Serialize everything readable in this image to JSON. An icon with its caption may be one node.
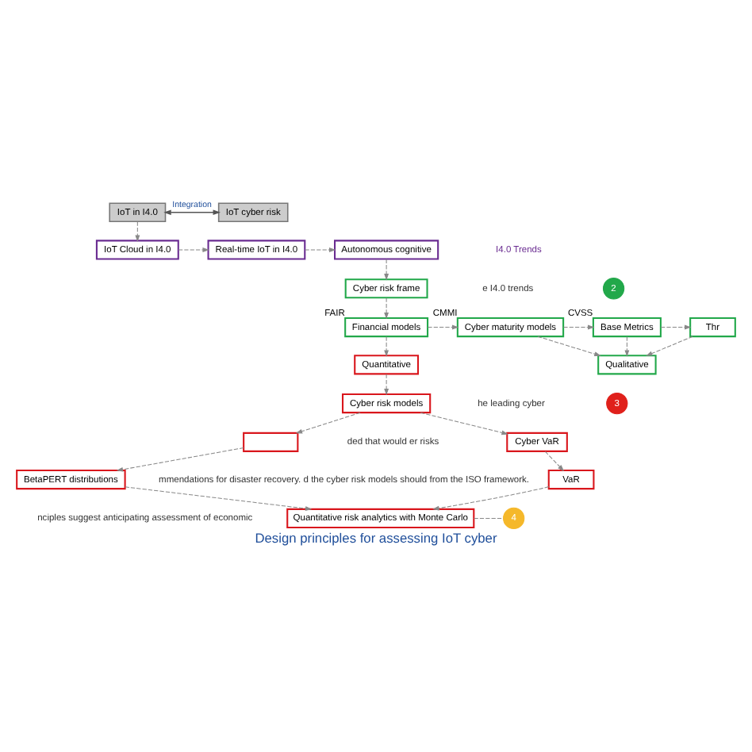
{
  "diagram": {
    "title": "Design principles for assessing IoT cyber",
    "nodes": [
      {
        "text": [
          "IoT in I4.0"
        ]
      },
      {
        "text": [
          "IoT cyber risk"
        ]
      },
      {
        "text": [
          "IoT Cloud in I4.0"
        ]
      },
      {
        "text": [
          "Real-time IoT in I4.0"
        ]
      },
      {
        "text": [
          "Autonomous cognitive"
        ]
      },
      {
        "text": [
          "2"
        ]
      },
      {
        "text": [
          "Cyber risk frame"
        ]
      },
      {
        "text": [
          "Financial models"
        ],
        "beside": [
          "FAIR"
        ]
      },
      {
        "text": [
          "Cyber maturity models"
        ],
        "beside": [
          "CMMI"
        ]
      },
      {
        "text": [
          "Base Metrics"
        ],
        "beside": [
          "CVSS"
        ]
      },
      {
        "text": [
          "Thr"
        ]
      },
      {
        "text": [
          "Quantitative"
        ]
      },
      {
        "text": [
          "Qualitative"
        ]
      },
      {
        "text": [
          "3"
        ]
      },
      {
        "text": [
          "Cyber risk models"
        ]
      },
      {
        "text": [],
        "shape": "box"
      },
      {
        "text": [
          "Cyber VaR"
        ]
      },
      {
        "text": [
          "BetaPERT distributions"
        ]
      },
      {
        "text": [
          "VaR"
        ]
      },
      {
        "text": [
          "Quantitative risk analytics with Monte Carlo"
        ]
      },
      {
        "text": [
          "4"
        ]
      }
    ],
    "edges": [
      {
        "from": 0,
        "to": 1,
        "arrow": "both",
        "label": "Integration"
      },
      {
        "from": 0,
        "to": 2,
        "arrow": "to",
        "style": "dashed"
      },
      {
        "from": 2,
        "to": 3,
        "arrow": "to",
        "style": "dashed"
      },
      {
        "from": 3,
        "to": 4,
        "arrow": "to",
        "style": "dashed"
      },
      {
        "from": 4,
        "to": 6,
        "arrow": "to",
        "style": "dashed"
      },
      {
        "from": 6,
        "to": 7,
        "arrow": "to",
        "style": "dashed"
      },
      {
        "from": 7,
        "to": 8,
        "arrow": "to",
        "style": "dashed"
      },
      {
        "from": 8,
        "to": 9,
        "arrow": "to",
        "style": "dashed"
      },
      {
        "from": 9,
        "to": 10,
        "arrow": "to",
        "style": "dashed"
      },
      {
        "from": 7,
        "to": 11,
        "arrow": "to",
        "style": "dashed"
      },
      {
        "from": 8,
        "to": 12,
        "arrow": "to",
        "style": "dashed"
      },
      {
        "from": 9,
        "to": 12,
        "arrow": "to",
        "style": "dashed"
      },
      {
        "from": 10,
        "to": 12,
        "arrow": "to",
        "style": "dashed"
      },
      {
        "from": 11,
        "to": 14,
        "arrow": "to",
        "style": "dashed"
      },
      {
        "from": 14,
        "to": 15,
        "arrow": "to",
        "style": "dashed"
      },
      {
        "from": 14,
        "to": 16,
        "arrow": "to",
        "style": "dashed"
      },
      {
        "from": 15,
        "to": 17,
        "arrow": "to",
        "style": "dashed"
      },
      {
        "from": 16,
        "to": 18,
        "arrow": "to",
        "style": "dashed"
      },
      {
        "from": 17,
        "to": 19,
        "arrow": "to",
        "style": "dashed"
      },
      {
        "from": 18,
        "to": 19,
        "arrow": "to",
        "style": "dashed"
      },
      {
        "from": 19,
        "to": 20,
        "arrow": "none",
        "style": "dashed"
      }
    ],
    "labels": [
      "I4.0 Trends",
      "e I4.0 trends",
      "he leading cyber",
      "ded that would er risks",
      "mmendations for disaster recovery. d the cyber risk models should from the ISO framework.",
      "nciples suggest anticipating assessment of economic"
    ]
  }
}
